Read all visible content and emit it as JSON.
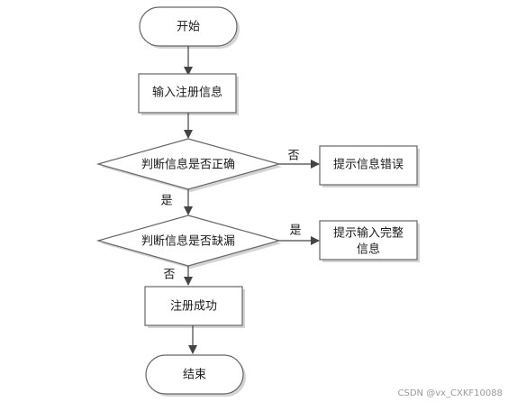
{
  "nodes": {
    "start": "开始",
    "input": "输入注册信息",
    "check_correct": "判断信息是否正确",
    "error": "提示信息错误",
    "check_missing": "判断信息是否缺漏",
    "prompt_line1": "提示输入完整",
    "prompt_line2": "信息",
    "success": "注册成功",
    "end": "结束"
  },
  "edge_labels": {
    "correct_no": "否",
    "correct_yes": "是",
    "missing_yes": "是",
    "missing_no": "否"
  },
  "watermark": "CSDN @vx_CXKF10088"
}
